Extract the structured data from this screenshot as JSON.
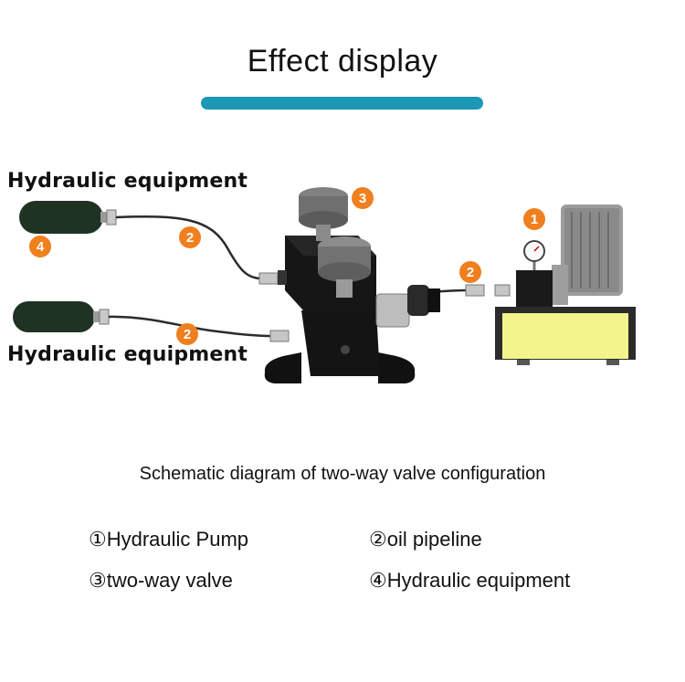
{
  "header": {
    "title": "Effect display"
  },
  "labels": {
    "equipment_top": "Hydraulic equipment",
    "equipment_bottom": "Hydraulic equipment"
  },
  "badges": {
    "one": "1",
    "two": "2",
    "three": "3",
    "four": "4"
  },
  "caption": "Schematic diagram of two-way valve configuration",
  "legend": [
    {
      "text": "①Hydraulic Pump"
    },
    {
      "text": "②oil pipeline"
    },
    {
      "text": "③two-way valve"
    },
    {
      "text": "④Hydraulic equipment"
    }
  ],
  "colors": {
    "accent_bar": "#1c97b4",
    "badge": "#f07f1e",
    "pump_tank": "#f4f48c"
  }
}
